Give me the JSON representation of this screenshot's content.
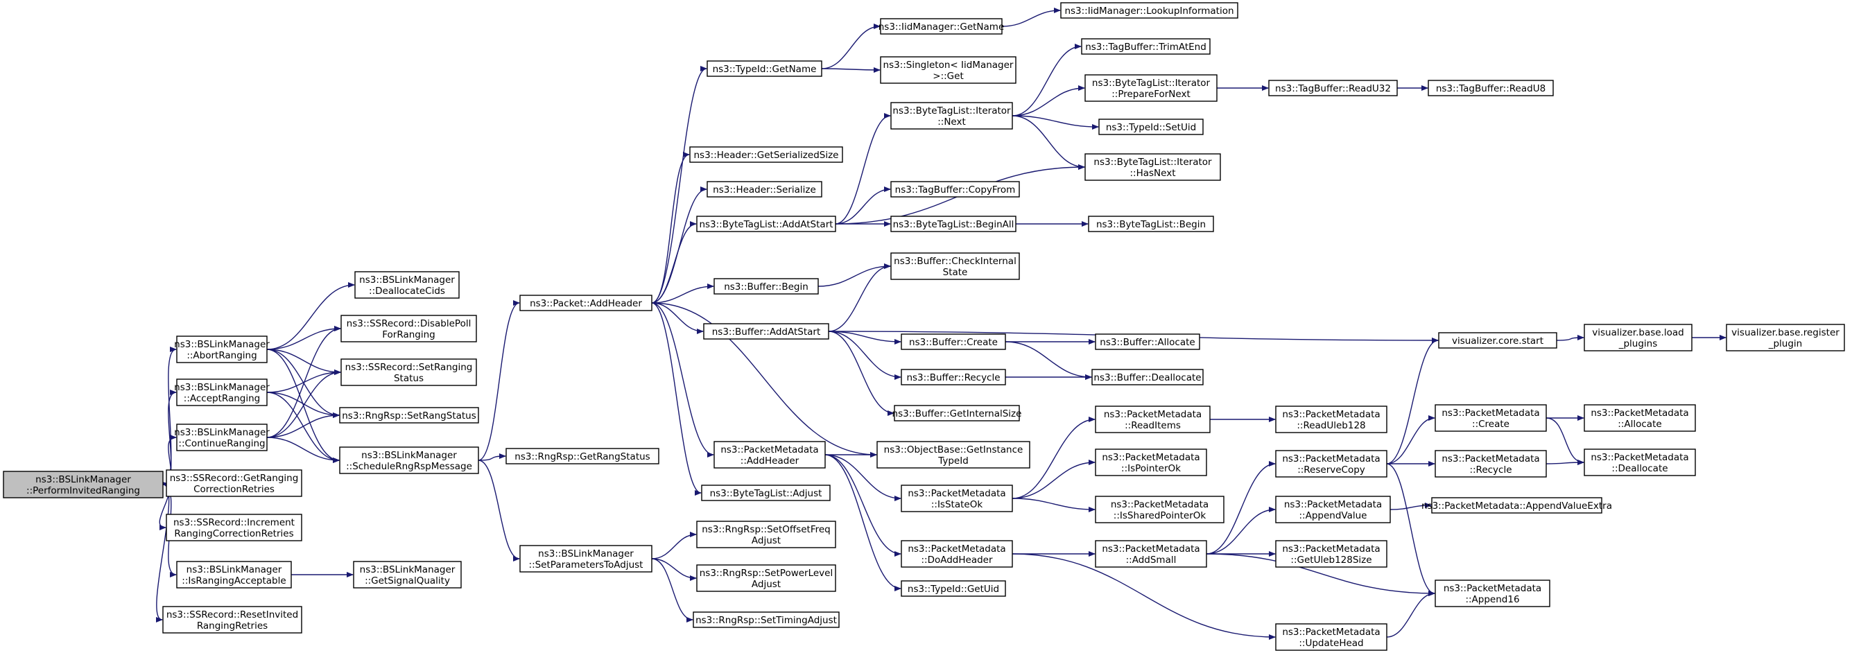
{
  "diagram": {
    "nodes": [
      {
        "id": "perform",
        "lines": [
          "ns3::BSLinkManager",
          "::PerformInvitedRanging"
        ],
        "root": true
      },
      {
        "id": "abort",
        "lines": [
          "ns3::BSLinkManager",
          "::AbortRanging"
        ]
      },
      {
        "id": "accept",
        "lines": [
          "ns3::BSLinkManager",
          "::AcceptRanging"
        ]
      },
      {
        "id": "continue",
        "lines": [
          "ns3::BSLinkManager",
          "::ContinueRanging"
        ]
      },
      {
        "id": "getRangingCorr",
        "lines": [
          "ns3::SSRecord::GetRanging",
          "CorrectionRetries"
        ]
      },
      {
        "id": "incRangingCorr",
        "lines": [
          "ns3::SSRecord::Increment",
          "RangingCorrectionRetries"
        ]
      },
      {
        "id": "isRangingAcc",
        "lines": [
          "ns3::BSLinkManager",
          "::IsRangingAcceptable"
        ]
      },
      {
        "id": "resetInvited",
        "lines": [
          "ns3::SSRecord::ResetInvited",
          "RangingRetries"
        ]
      },
      {
        "id": "deallocCids",
        "lines": [
          "ns3::BSLinkManager",
          "::DeallocateCids"
        ]
      },
      {
        "id": "disablePoll",
        "lines": [
          "ns3::SSRecord::DisablePoll",
          "ForRanging"
        ]
      },
      {
        "id": "setRangingStatus",
        "lines": [
          "ns3::SSRecord::SetRanging",
          "Status"
        ]
      },
      {
        "id": "setRangStatus",
        "lines": [
          "ns3::RngRsp::SetRangStatus"
        ]
      },
      {
        "id": "scheduleRng",
        "lines": [
          "ns3::BSLinkManager",
          "::ScheduleRngRspMessage"
        ]
      },
      {
        "id": "getSignalQ",
        "lines": [
          "ns3::BSLinkManager",
          "::GetSignalQuality"
        ]
      },
      {
        "id": "addHeader",
        "lines": [
          "ns3::Packet::AddHeader"
        ]
      },
      {
        "id": "getRangStatus",
        "lines": [
          "ns3::RngRsp::GetRangStatus"
        ]
      },
      {
        "id": "setParams",
        "lines": [
          "ns3::BSLinkManager",
          "::SetParametersToAdjust"
        ]
      },
      {
        "id": "typeIdGetName",
        "lines": [
          "ns3::TypeId::GetName"
        ]
      },
      {
        "id": "hdrGetSerSize",
        "lines": [
          "ns3::Header::GetSerializedSize"
        ]
      },
      {
        "id": "hdrSerialize",
        "lines": [
          "ns3::Header::Serialize"
        ]
      },
      {
        "id": "btlAddAtStart",
        "lines": [
          "ns3::ByteTagList::AddAtStart"
        ]
      },
      {
        "id": "bufBegin",
        "lines": [
          "ns3::Buffer::Begin"
        ]
      },
      {
        "id": "bufAddAtStart",
        "lines": [
          "ns3::Buffer::AddAtStart"
        ]
      },
      {
        "id": "pmAddHeader",
        "lines": [
          "ns3::PacketMetadata",
          "::AddHeader"
        ]
      },
      {
        "id": "btlAdjust",
        "lines": [
          "ns3::ByteTagList::Adjust"
        ]
      },
      {
        "id": "setOffsetFreq",
        "lines": [
          "ns3::RngRsp::SetOffsetFreq",
          "Adjust"
        ]
      },
      {
        "id": "setPowerLevel",
        "lines": [
          "ns3::RngRsp::SetPowerLevel",
          "Adjust"
        ]
      },
      {
        "id": "setTimingAdj",
        "lines": [
          "ns3::RngRsp::SetTimingAdjust"
        ]
      },
      {
        "id": "iidGetName",
        "lines": [
          "ns3::IidManager::GetName"
        ]
      },
      {
        "id": "singletonGet",
        "lines": [
          "ns3::Singleton< IidManager",
          ">::Get"
        ]
      },
      {
        "id": "btlIterNext",
        "lines": [
          "ns3::ByteTagList::Iterator",
          "::Next"
        ]
      },
      {
        "id": "tbCopyFrom",
        "lines": [
          "ns3::TagBuffer::CopyFrom"
        ]
      },
      {
        "id": "btlBeginAll",
        "lines": [
          "ns3::ByteTagList::BeginAll"
        ]
      },
      {
        "id": "bufCheckInternal",
        "lines": [
          "ns3::Buffer::CheckInternal",
          "State"
        ]
      },
      {
        "id": "bufCreate",
        "lines": [
          "ns3::Buffer::Create"
        ]
      },
      {
        "id": "bufRecycle",
        "lines": [
          "ns3::Buffer::Recycle"
        ]
      },
      {
        "id": "bufGetInternalSize",
        "lines": [
          "ns3::Buffer::GetInternalSize"
        ]
      },
      {
        "id": "objGetInstance",
        "lines": [
          "ns3::ObjectBase::GetInstance",
          "TypeId"
        ]
      },
      {
        "id": "pmIsStateOk",
        "lines": [
          "ns3::PacketMetadata",
          "::IsStateOk"
        ]
      },
      {
        "id": "pmDoAddHeader",
        "lines": [
          "ns3::PacketMetadata",
          "::DoAddHeader"
        ]
      },
      {
        "id": "typeIdGetUid",
        "lines": [
          "ns3::TypeId::GetUid"
        ]
      },
      {
        "id": "iidLookup",
        "lines": [
          "ns3::IidManager::LookupInformation"
        ]
      },
      {
        "id": "tbTrimAtEnd",
        "lines": [
          "ns3::TagBuffer::TrimAtEnd"
        ]
      },
      {
        "id": "btlIterPrepare",
        "lines": [
          "ns3::ByteTagList::Iterator",
          "::PrepareForNext"
        ]
      },
      {
        "id": "typeIdSetUid",
        "lines": [
          "ns3::TypeId::SetUid"
        ]
      },
      {
        "id": "btlIterHasNext",
        "lines": [
          "ns3::ByteTagList::Iterator",
          "::HasNext"
        ]
      },
      {
        "id": "btlBegin",
        "lines": [
          "ns3::ByteTagList::Begin"
        ]
      },
      {
        "id": "vizCoreStart",
        "lines": [
          "visualizer.core.start"
        ]
      },
      {
        "id": "bufAllocate",
        "lines": [
          "ns3::Buffer::Allocate"
        ]
      },
      {
        "id": "bufDeallocate",
        "lines": [
          "ns3::Buffer::Deallocate"
        ]
      },
      {
        "id": "pmReadItems",
        "lines": [
          "ns3::PacketMetadata",
          "::ReadItems"
        ]
      },
      {
        "id": "pmIsPointerOk",
        "lines": [
          "ns3::PacketMetadata",
          "::IsPointerOk"
        ]
      },
      {
        "id": "pmIsSharedPointerOk",
        "lines": [
          "ns3::PacketMetadata",
          "::IsSharedPointerOk"
        ]
      },
      {
        "id": "pmAddSmall",
        "lines": [
          "ns3::PacketMetadata",
          "::AddSmall"
        ]
      },
      {
        "id": "tbReadU32",
        "lines": [
          "ns3::TagBuffer::ReadU32"
        ]
      },
      {
        "id": "tbReadU8",
        "lines": [
          "ns3::TagBuffer::ReadU8"
        ]
      },
      {
        "id": "vizBaseLoad",
        "lines": [
          "visualizer.base.load",
          "_plugins"
        ]
      },
      {
        "id": "vizBaseRegister",
        "lines": [
          "visualizer.base.register",
          "_plugin"
        ]
      },
      {
        "id": "pmReadUleb128",
        "lines": [
          "ns3::PacketMetadata",
          "::ReadUleb128"
        ]
      },
      {
        "id": "pmReserveCopy",
        "lines": [
          "ns3::PacketMetadata",
          "::ReserveCopy"
        ]
      },
      {
        "id": "pmAppendValue",
        "lines": [
          "ns3::PacketMetadata",
          "::AppendValue"
        ]
      },
      {
        "id": "pmGetUleb128Size",
        "lines": [
          "ns3::PacketMetadata",
          "::GetUleb128Size"
        ]
      },
      {
        "id": "pmUpdateHead",
        "lines": [
          "ns3::PacketMetadata",
          "::UpdateHead"
        ]
      },
      {
        "id": "pmCreate",
        "lines": [
          "ns3::PacketMetadata",
          "::Create"
        ]
      },
      {
        "id": "pmRecycle",
        "lines": [
          "ns3::PacketMetadata",
          "::Recycle"
        ]
      },
      {
        "id": "pmAppendValueExtra",
        "lines": [
          "ns3::PacketMetadata::AppendValueExtra"
        ]
      },
      {
        "id": "pmAppend16",
        "lines": [
          "ns3::PacketMetadata",
          "::Append16"
        ]
      },
      {
        "id": "pmAllocate",
        "lines": [
          "ns3::PacketMetadata",
          "::Allocate"
        ]
      },
      {
        "id": "pmDeallocate",
        "lines": [
          "ns3::PacketMetadata",
          "::Deallocate"
        ]
      }
    ],
    "edges": [
      [
        "perform",
        "abort"
      ],
      [
        "perform",
        "accept"
      ],
      [
        "perform",
        "continue"
      ],
      [
        "perform",
        "getRangingCorr"
      ],
      [
        "perform",
        "incRangingCorr"
      ],
      [
        "perform",
        "isRangingAcc"
      ],
      [
        "perform",
        "resetInvited"
      ],
      [
        "abort",
        "deallocCids"
      ],
      [
        "abort",
        "disablePoll"
      ],
      [
        "abort",
        "setRangingStatus"
      ],
      [
        "abort",
        "setRangStatus"
      ],
      [
        "abort",
        "scheduleRng"
      ],
      [
        "accept",
        "setRangingStatus"
      ],
      [
        "accept",
        "setRangStatus"
      ],
      [
        "accept",
        "scheduleRng"
      ],
      [
        "continue",
        "disablePoll"
      ],
      [
        "continue",
        "setRangingStatus"
      ],
      [
        "continue",
        "setRangStatus"
      ],
      [
        "continue",
        "scheduleRng"
      ],
      [
        "isRangingAcc",
        "getSignalQ"
      ],
      [
        "scheduleRng",
        "addHeader"
      ],
      [
        "scheduleRng",
        "getRangStatus"
      ],
      [
        "scheduleRng",
        "setParams"
      ],
      [
        "addHeader",
        "typeIdGetName"
      ],
      [
        "addHeader",
        "hdrGetSerSize"
      ],
      [
        "addHeader",
        "hdrSerialize"
      ],
      [
        "addHeader",
        "btlAddAtStart"
      ],
      [
        "addHeader",
        "bufBegin"
      ],
      [
        "addHeader",
        "bufAddAtStart"
      ],
      [
        "addHeader",
        "pmAddHeader"
      ],
      [
        "addHeader",
        "btlAdjust"
      ],
      [
        "addHeader",
        "objGetInstance"
      ],
      [
        "setParams",
        "setOffsetFreq"
      ],
      [
        "setParams",
        "setPowerLevel"
      ],
      [
        "setParams",
        "setTimingAdj"
      ],
      [
        "typeIdGetName",
        "iidGetName"
      ],
      [
        "typeIdGetName",
        "singletonGet"
      ],
      [
        "iidGetName",
        "iidLookup"
      ],
      [
        "btlAddAtStart",
        "btlIterNext"
      ],
      [
        "btlAddAtStart",
        "tbCopyFrom"
      ],
      [
        "btlAddAtStart",
        "btlBeginAll"
      ],
      [
        "btlAddAtStart",
        "btlIterHasNext"
      ],
      [
        "btlIterNext",
        "tbTrimAtEnd"
      ],
      [
        "btlIterNext",
        "btlIterPrepare"
      ],
      [
        "btlIterNext",
        "typeIdSetUid"
      ],
      [
        "btlIterNext",
        "btlIterHasNext"
      ],
      [
        "btlIterPrepare",
        "tbReadU32"
      ],
      [
        "tbReadU32",
        "tbReadU8"
      ],
      [
        "btlBeginAll",
        "btlBegin"
      ],
      [
        "bufBegin",
        "bufCheckInternal"
      ],
      [
        "bufAddAtStart",
        "bufCheckInternal"
      ],
      [
        "bufAddAtStart",
        "vizCoreStart"
      ],
      [
        "bufAddAtStart",
        "bufCreate"
      ],
      [
        "bufAddAtStart",
        "bufRecycle"
      ],
      [
        "bufAddAtStart",
        "bufGetInternalSize"
      ],
      [
        "bufCreate",
        "bufAllocate"
      ],
      [
        "bufCreate",
        "bufDeallocate"
      ],
      [
        "bufRecycle",
        "bufDeallocate"
      ],
      [
        "vizCoreStart",
        "vizBaseLoad"
      ],
      [
        "vizBaseLoad",
        "vizBaseRegister"
      ],
      [
        "pmAddHeader",
        "objGetInstance"
      ],
      [
        "pmAddHeader",
        "pmIsStateOk"
      ],
      [
        "pmAddHeader",
        "pmDoAddHeader"
      ],
      [
        "pmAddHeader",
        "typeIdGetUid"
      ],
      [
        "pmIsStateOk",
        "pmReadItems"
      ],
      [
        "pmIsStateOk",
        "pmIsPointerOk"
      ],
      [
        "pmIsStateOk",
        "pmIsSharedPointerOk"
      ],
      [
        "pmReadItems",
        "pmReadUleb128"
      ],
      [
        "pmDoAddHeader",
        "pmAddSmall"
      ],
      [
        "pmDoAddHeader",
        "pmUpdateHead"
      ],
      [
        "pmAddSmall",
        "pmReserveCopy"
      ],
      [
        "pmAddSmall",
        "pmAppendValue"
      ],
      [
        "pmAddSmall",
        "pmGetUleb128Size"
      ],
      [
        "pmAddSmall",
        "pmAppend16"
      ],
      [
        "pmReserveCopy",
        "vizCoreStart"
      ],
      [
        "pmReserveCopy",
        "pmCreate"
      ],
      [
        "pmReserveCopy",
        "pmRecycle"
      ],
      [
        "pmReserveCopy",
        "pmAppend16"
      ],
      [
        "pmAppendValue",
        "pmAppendValueExtra"
      ],
      [
        "pmUpdateHead",
        "pmAppend16"
      ],
      [
        "pmCreate",
        "pmAllocate"
      ],
      [
        "pmCreate",
        "pmDeallocate"
      ],
      [
        "pmRecycle",
        "pmDeallocate"
      ]
    ]
  }
}
